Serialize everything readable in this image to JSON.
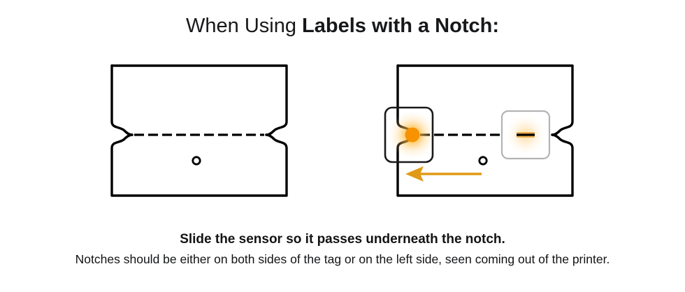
{
  "title": {
    "lead": "When Using ",
    "strong": "Labels with a Notch:"
  },
  "captions": {
    "primary": "Slide the sensor so it passes underneath the notch.",
    "secondary": "Notches should be either on both sides of the tag or on the left side, seen coming out of the printer."
  },
  "colors": {
    "outline": "#000000",
    "perforation": "#000000",
    "sensor_active_border": "#1a1a1a",
    "sensor_inactive_border": "#b3b3b3",
    "sensor_beam": "#F79200",
    "sensor_glow": "#FFB733",
    "arrow": "#E09A15",
    "background": "#ffffff"
  },
  "diagrams": [
    {
      "id": "label-without-sensor",
      "name": "label-with-notches-both-sides",
      "notches": [
        "left",
        "right"
      ],
      "perforation": "dashed",
      "registration_hole": true,
      "sensors": [],
      "arrow": false
    },
    {
      "id": "label-with-sensor",
      "name": "label-with-sensor-positions",
      "notches": [
        "left",
        "right"
      ],
      "perforation": "dashed",
      "registration_hole": true,
      "sensors": [
        {
          "state": "active",
          "position": "left-notch",
          "label": "sensor-aligned-with-notch"
        },
        {
          "state": "inactive",
          "position": "center",
          "label": "sensor-off-notch"
        }
      ],
      "arrow": true,
      "arrow_direction": "left"
    }
  ]
}
